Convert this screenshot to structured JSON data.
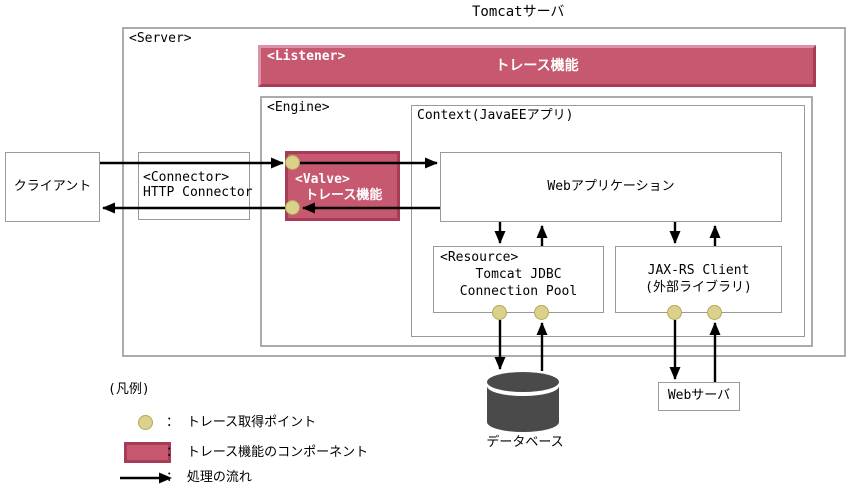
{
  "title": "Tomcatサーバ",
  "colors": {
    "pink": "#c6586f",
    "pink_border_light": "#dc93a7",
    "pink_border_dark": "#a83c58",
    "gray_border": "#9a9a9a",
    "trace_point_fill": "#d9d18c",
    "trace_point_border": "#b3aa55",
    "db_fill": "#4a4a4a",
    "arrow": "#000000"
  },
  "server": {
    "label": "<Server>"
  },
  "listener": {
    "label": "<Listener>",
    "title": "トレース機能"
  },
  "engine": {
    "label": "<Engine>"
  },
  "context": {
    "label": "Context(JavaEEアプリ)"
  },
  "webapp": {
    "label": "Webアプリケーション"
  },
  "client": {
    "label": "クライアント"
  },
  "connector": {
    "line1": "<Connector>",
    "line2": "HTTP Connector"
  },
  "valve": {
    "label": "<Valve>",
    "title": "トレース機能"
  },
  "resource": {
    "line1": "<Resource>",
    "line2": "Tomcat JDBC",
    "line3": "Connection Pool"
  },
  "jaxrs": {
    "line1": "JAX-RS Client",
    "line2": "(外部ライブラリ)"
  },
  "webserver": {
    "label": "Webサーバ"
  },
  "database": {
    "label": "データベース"
  },
  "legend": {
    "title": "(凡例)",
    "rows": [
      {
        "symbol": "trace-point",
        "text": "： トレース取得ポイント"
      },
      {
        "symbol": "trace-component",
        "text": "： トレース機能のコンポーネント"
      },
      {
        "symbol": "flow-arrow",
        "text": "： 処理の流れ"
      }
    ]
  }
}
